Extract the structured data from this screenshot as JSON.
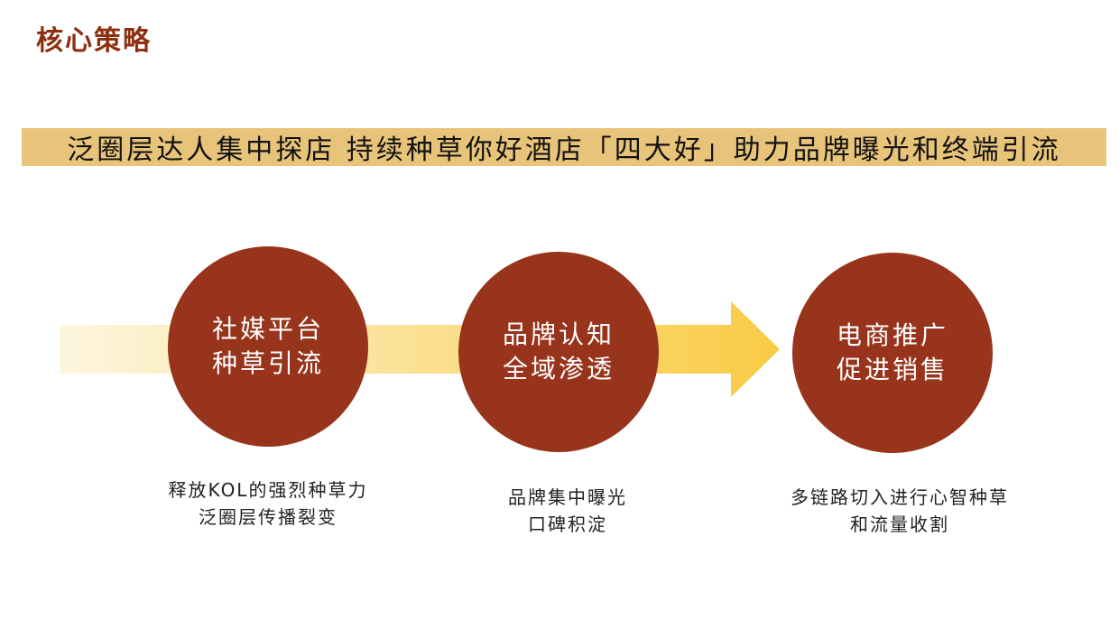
{
  "title": "核心策略",
  "banner": {
    "text": "泛圈层达人集中探店  持续种草你好酒店「四大好」助力品牌曝光和终端引流"
  },
  "colors": {
    "title": "#8f2f12",
    "banner_bg": "#e8c47a",
    "circle_bg": "#97341b",
    "arrow_light": "#fdf6df",
    "arrow_dark": "#f9cb45"
  },
  "steps": [
    {
      "circle_lines": [
        "社媒平台",
        "种草引流"
      ],
      "caption_lines": [
        "释放KOL的强烈种草力",
        "泛圈层传播裂变"
      ]
    },
    {
      "circle_lines": [
        "品牌认知",
        "全域渗透"
      ],
      "caption_lines": [
        "品牌集中曝光",
        "口碑积淀"
      ]
    },
    {
      "circle_lines": [
        "电商推广",
        "促进销售"
      ],
      "caption_lines": [
        "多链路切入进行心智种草",
        "和流量收割"
      ]
    }
  ]
}
